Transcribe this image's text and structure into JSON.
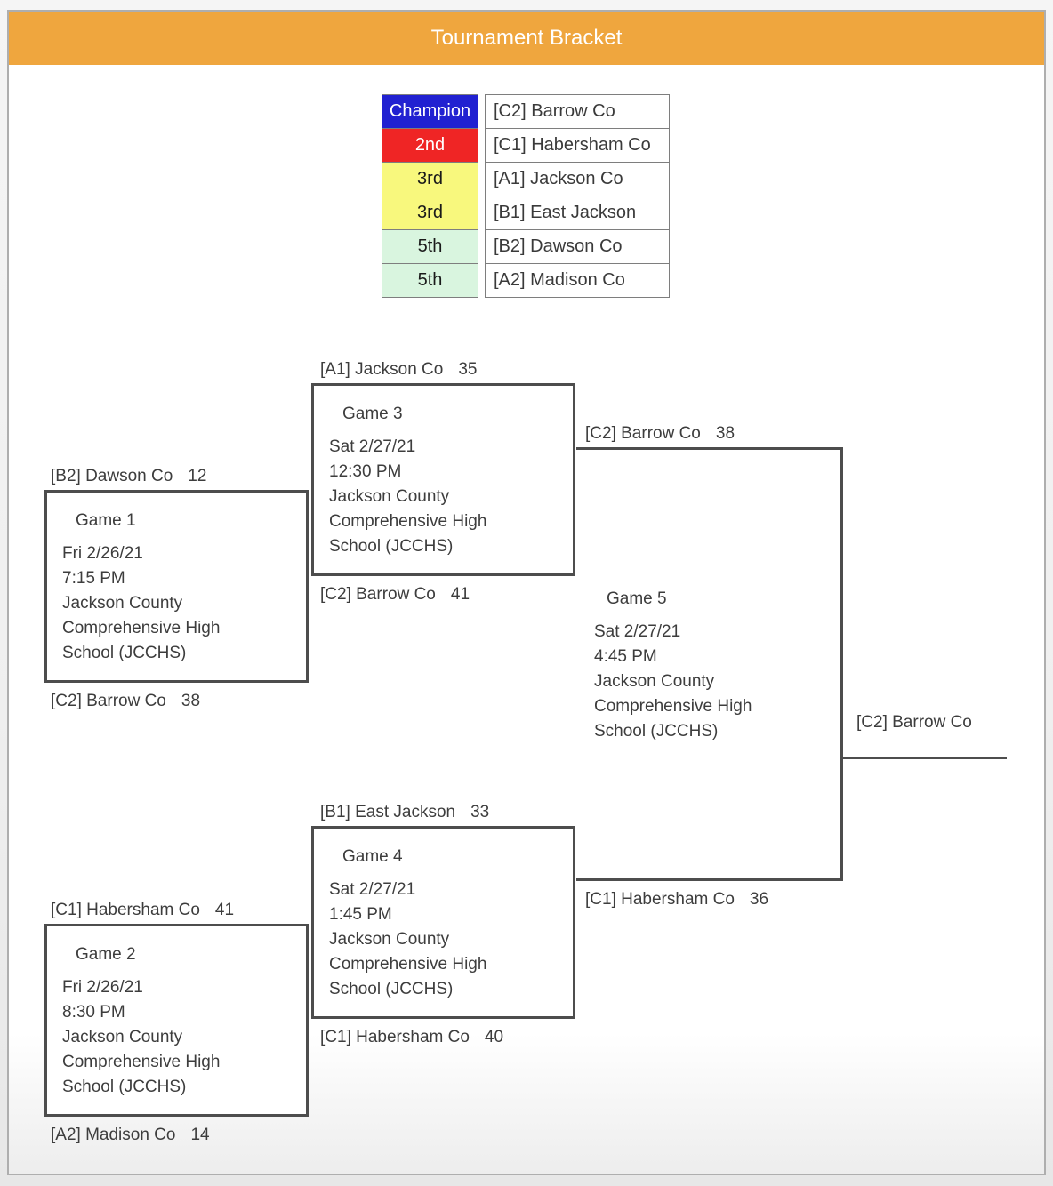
{
  "title": "Tournament Bracket",
  "colors": {
    "header_bg": "#efa63e",
    "bracket_line": "#4d4d4d",
    "bracket_text": "#3d3d3d",
    "table_border": "#7e7e7e",
    "champion_bg": "#2121d1",
    "second_bg": "#ef2525",
    "third_bg": "#f8f87d",
    "fifth_bg": "#d9f5df"
  },
  "standings": {
    "rows": [
      {
        "rank": "Champion",
        "team": "[C2] Barrow Co",
        "bg": "#2121d1",
        "fg": "#ffffff"
      },
      {
        "rank": "2nd",
        "team": "[C1] Habersham Co",
        "bg": "#ef2525",
        "fg": "#ffffff"
      },
      {
        "rank": "3rd",
        "team": "[A1] Jackson Co",
        "bg": "#f8f87d",
        "fg": "#1a1a1a"
      },
      {
        "rank": "3rd",
        "team": "[B1] East Jackson",
        "bg": "#f8f87d",
        "fg": "#1a1a1a"
      },
      {
        "rank": "5th",
        "team": "[B2] Dawson Co",
        "bg": "#d9f5df",
        "fg": "#1a1a1a"
      },
      {
        "rank": "5th",
        "team": "[A2] Madison Co",
        "bg": "#d9f5df",
        "fg": "#1a1a1a"
      }
    ]
  },
  "games": [
    {
      "label": "Game 1",
      "date": "Fri 2/26/21",
      "time": "7:15 PM",
      "venue_lines": [
        "Jackson County",
        "Comprehensive High",
        "School (JCCHS)"
      ],
      "top": {
        "name": "[B2] Dawson Co",
        "score": "12"
      },
      "bottom": {
        "name": "[C2] Barrow Co",
        "score": "38"
      }
    },
    {
      "label": "Game 2",
      "date": "Fri 2/26/21",
      "time": "8:30 PM",
      "venue_lines": [
        "Jackson County",
        "Comprehensive High",
        "School (JCCHS)"
      ],
      "top": {
        "name": "[C1] Habersham Co",
        "score": "41"
      },
      "bottom": {
        "name": "[A2] Madison Co",
        "score": "14"
      }
    },
    {
      "label": "Game 3",
      "date": "Sat 2/27/21",
      "time": "12:30 PM",
      "venue_lines": [
        "Jackson County",
        "Comprehensive High",
        "School (JCCHS)"
      ],
      "top": {
        "name": "[A1] Jackson Co",
        "score": "35"
      },
      "bottom": {
        "name": "[C2] Barrow Co",
        "score": "41"
      }
    },
    {
      "label": "Game 4",
      "date": "Sat 2/27/21",
      "time": "1:45 PM",
      "venue_lines": [
        "Jackson County",
        "Comprehensive High",
        "School (JCCHS)"
      ],
      "top": {
        "name": "[B1] East Jackson",
        "score": "33"
      },
      "bottom": {
        "name": "[C1] Habersham Co",
        "score": "40"
      }
    },
    {
      "label": "Game 5",
      "date": "Sat 2/27/21",
      "time": "4:45 PM",
      "venue_lines": [
        "Jackson County",
        "Comprehensive High",
        "School (JCCHS)"
      ],
      "top": {
        "name": "[C2] Barrow Co",
        "score": "38"
      },
      "bottom": {
        "name": "[C1] Habersham Co",
        "score": "36"
      }
    }
  ],
  "final": {
    "winner": "[C2] Barrow Co"
  }
}
